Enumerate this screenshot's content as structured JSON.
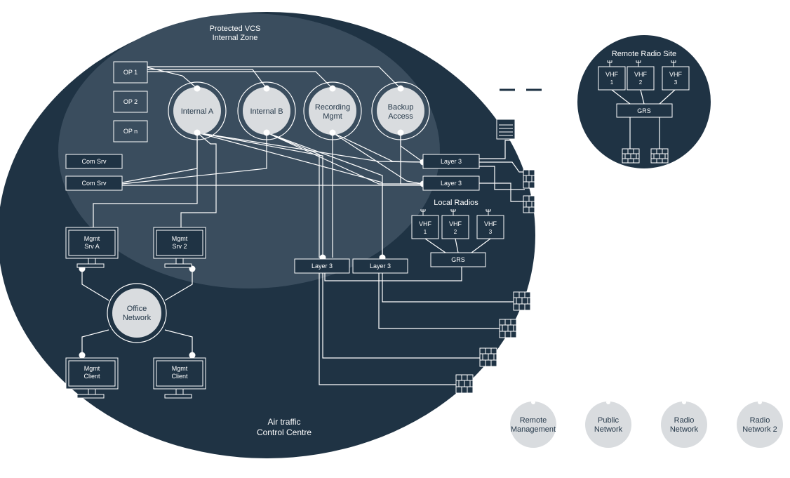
{
  "colors": {
    "navy": "#1f3344",
    "zone": "#3a4d5e",
    "line": "#ffffff",
    "node_fill": "#d9dcdf",
    "node_text": "#26394a"
  },
  "zone": {
    "title_line1": "Protected VCS",
    "title_line2": "Internal Zone"
  },
  "centre": {
    "label_line1": "Air traffic",
    "label_line2": "Control Centre"
  },
  "operators": [
    "OP 1",
    "OP 2",
    "OP n"
  ],
  "servers": {
    "internal_a": "Internal A",
    "internal_b": "Internal B",
    "recording_line1": "Recording",
    "recording_line2": "Mgmt",
    "backup_line1": "Backup",
    "backup_line2": "Access"
  },
  "com_servers": [
    "Com Srv",
    "Com Srv"
  ],
  "layer3": "Layer 3",
  "mgmt": {
    "srv_a_line1": "Mgmt",
    "srv_a_line2": "Srv A",
    "srv_2_line1": "Mgmt",
    "srv_2_line2": "Srv 2",
    "client_line1": "Mgmt",
    "client_line2": "Client"
  },
  "office": {
    "line1": "Office",
    "line2": "Network"
  },
  "local_radios": {
    "title": "Local Radios",
    "vhf": [
      {
        "line1": "VHF",
        "line2": "1"
      },
      {
        "line1": "VHF",
        "line2": "2"
      },
      {
        "line1": "VHF",
        "line2": "3"
      }
    ],
    "grs": "GRS"
  },
  "remote_site": {
    "title": "Remote Radio Site",
    "vhf": [
      {
        "line1": "VHF",
        "line2": "1"
      },
      {
        "line1": "VHF",
        "line2": "2"
      },
      {
        "line1": "VHF",
        "line2": "3"
      }
    ],
    "grs": "GRS"
  },
  "external_networks": [
    {
      "line1": "Remote",
      "line2": "Management"
    },
    {
      "line1": "Public",
      "line2": "Network"
    },
    {
      "line1": "Radio",
      "line2": "Network"
    },
    {
      "line1": "Radio",
      "line2": "Network 2"
    }
  ]
}
